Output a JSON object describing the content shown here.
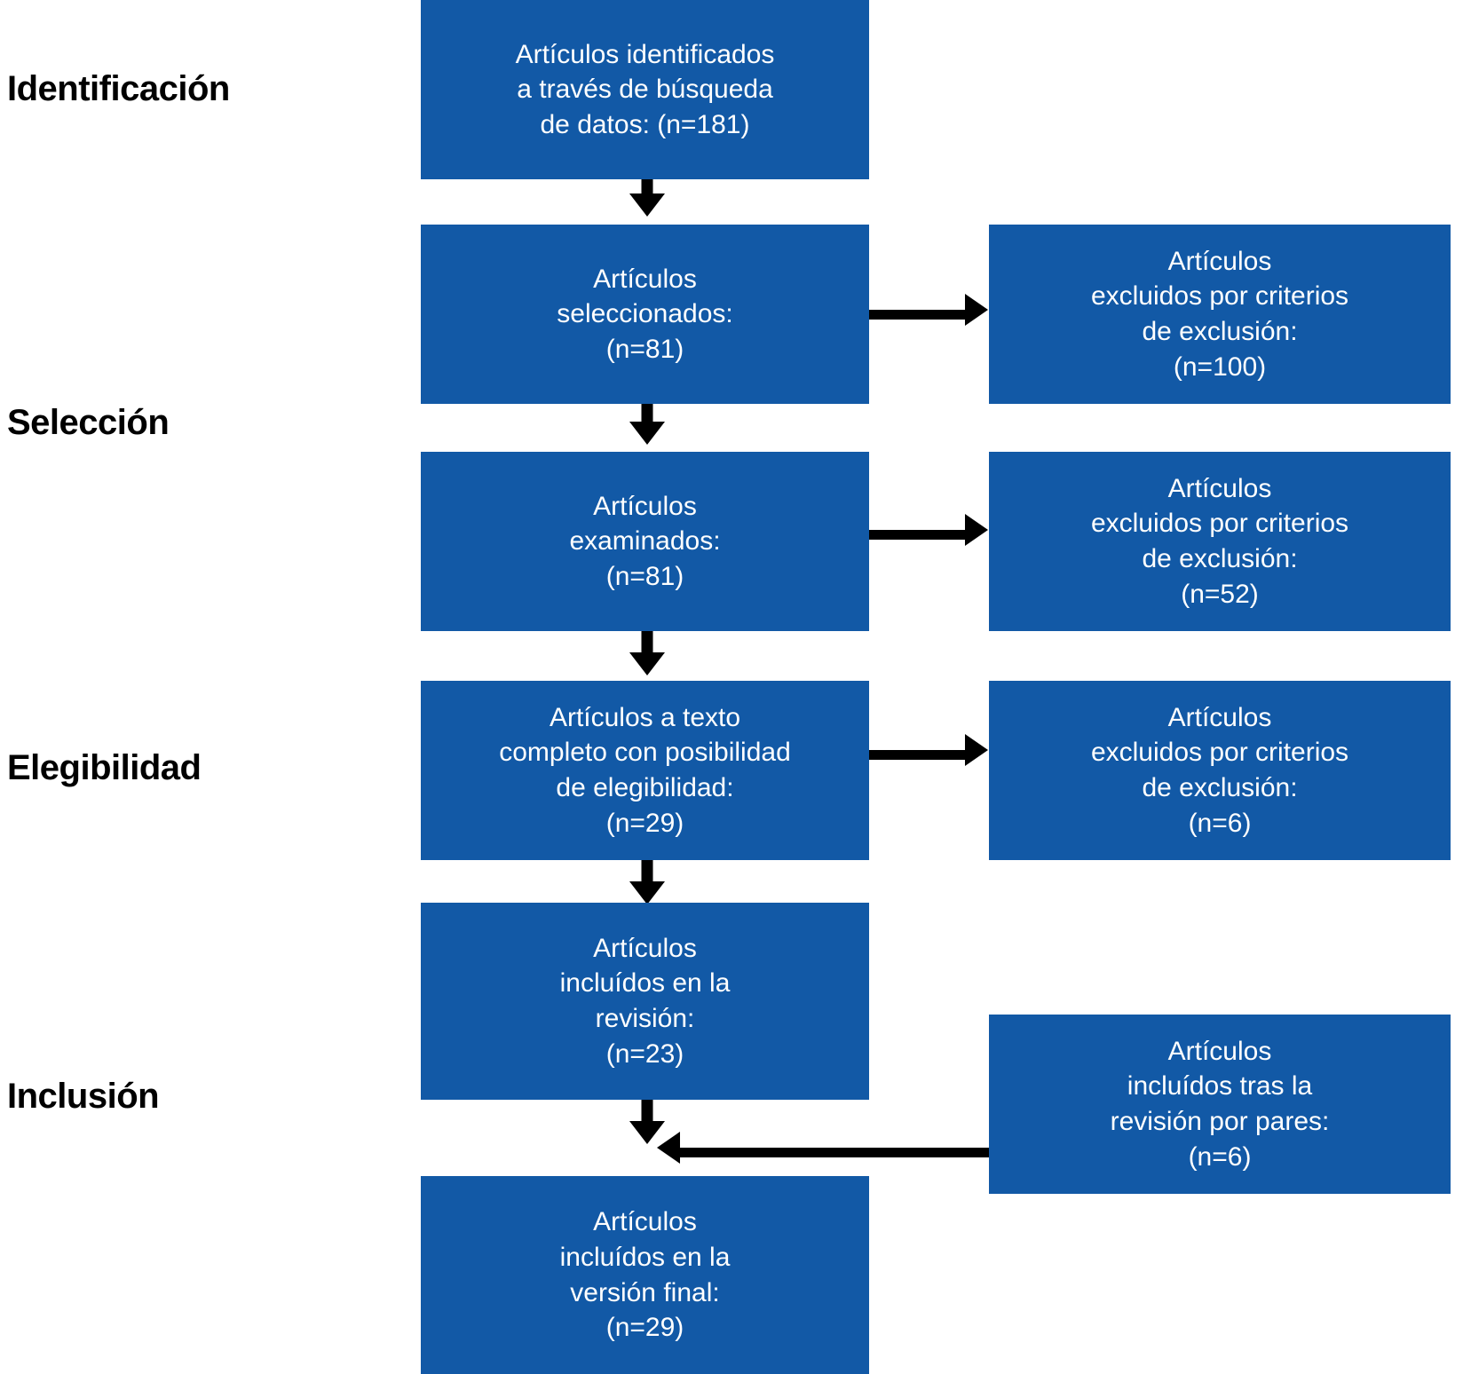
{
  "diagram": {
    "type": "prisma-flow-diagram",
    "language": "es",
    "box_color": "#1259A6",
    "text_color": "#ffffff",
    "arrow_color": "#000000",
    "background": "#ffffff"
  },
  "stages": [
    {
      "id": "identificacion",
      "label": "Identificación"
    },
    {
      "id": "seleccion",
      "label": "Selección"
    },
    {
      "id": "elegibilidad",
      "label": "Elegibilidad"
    },
    {
      "id": "inclusion",
      "label": "Inclusión"
    }
  ],
  "boxes": {
    "identified": {
      "id": "articulos-identificados",
      "lines": [
        "Artículos identificados",
        "a través de búsqueda",
        "de datos: (n=181)"
      ],
      "count": 181
    },
    "selected": {
      "id": "articulos-seleccionados",
      "lines": [
        "Artículos",
        "seleccionados:",
        "(n=81)"
      ],
      "count": 81
    },
    "excluded_1": {
      "id": "articulos-excluidos-1",
      "lines": [
        "Artículos",
        "excluidos por criterios",
        "de exclusión:",
        "(n=100)"
      ],
      "count": 100
    },
    "examined": {
      "id": "articulos-examinados",
      "lines": [
        "Artículos",
        "examinados:",
        "(n=81)"
      ],
      "count": 81
    },
    "excluded_2": {
      "id": "articulos-excluidos-2",
      "lines": [
        "Artículos",
        "excluidos por criterios",
        "de exclusión:",
        "(n=52)"
      ],
      "count": 52
    },
    "fulltext": {
      "id": "articulos-texto-completo",
      "lines": [
        "Artículos a texto",
        "completo con posibilidad",
        "de elegibilidad:",
        "(n=29)"
      ],
      "count": 29
    },
    "excluded_3": {
      "id": "articulos-excluidos-3",
      "lines": [
        "Artículos",
        "excluidos por criterios",
        "de exclusión:",
        "(n=6)"
      ],
      "count": 6
    },
    "included_review": {
      "id": "articulos-incluidos-revision",
      "lines": [
        "Artículos",
        "incluídos en la",
        "revisión:",
        "(n=23)"
      ],
      "count": 23
    },
    "peer_review": {
      "id": "articulos-incluidos-pares",
      "lines": [
        "Artículos",
        "incluídos tras la",
        "revisión por pares:",
        "(n=6)"
      ],
      "count": 6
    },
    "final": {
      "id": "articulos-version-final",
      "lines": [
        "Artículos",
        "incluídos en la",
        "versión final:",
        "(n=29)"
      ],
      "count": 29
    }
  },
  "arrows": [
    {
      "id": "identified-to-selected",
      "direction": "down"
    },
    {
      "id": "selected-to-excluded1",
      "direction": "right"
    },
    {
      "id": "selected-to-examined",
      "direction": "down"
    },
    {
      "id": "examined-to-excluded2",
      "direction": "right"
    },
    {
      "id": "examined-to-fulltext",
      "direction": "down"
    },
    {
      "id": "fulltext-to-excluded3",
      "direction": "right"
    },
    {
      "id": "fulltext-to-included",
      "direction": "down"
    },
    {
      "id": "included-to-final",
      "direction": "down"
    },
    {
      "id": "peerreview-to-final",
      "direction": "left"
    }
  ]
}
